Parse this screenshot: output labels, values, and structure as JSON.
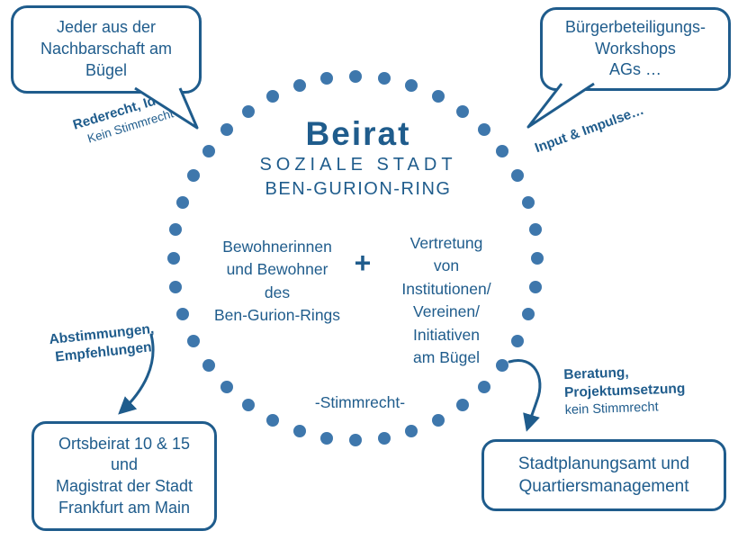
{
  "colors": {
    "primary": "#1F5C8C",
    "dot": "#3E77AC"
  },
  "center": {
    "title": "Beirat",
    "subtitle1": "SOZIALE STADT",
    "subtitle2": "BEN-GURION-RING",
    "left_group": "Bewohnerinnen\nund Bewohner\ndes\nBen-Gurion-Rings",
    "plus": "+",
    "right_group": "Vertretung\nvon\nInstitutionen/\nVereinen/\nInitiativen\nam Bügel",
    "voting_note": "-Stimmrecht-"
  },
  "bubbles": {
    "top_left": "Jeder aus der\nNachbarschaft am\nBügel",
    "top_right": "Bürgerbeteiligungs-\nWorkshops\nAGs …",
    "bottom_left": "Ortsbeirat 10 & 15\nund\nMagistrat der Stadt\nFrankfurt am Main",
    "bottom_right": "Stadtplanungsamt und\nQuartiersmanagement"
  },
  "labels": {
    "top_left_bold": "Rederecht, Ideen",
    "top_left_normal": "Kein Stimmrecht",
    "top_right_bold": "Input & Impulse…",
    "bottom_left_bold": "Abstimmungen,\nEmpfehlungen",
    "bottom_right_bold": "Beratung,\nProjektumsetzung",
    "bottom_right_normal": "kein Stimmrecht"
  }
}
